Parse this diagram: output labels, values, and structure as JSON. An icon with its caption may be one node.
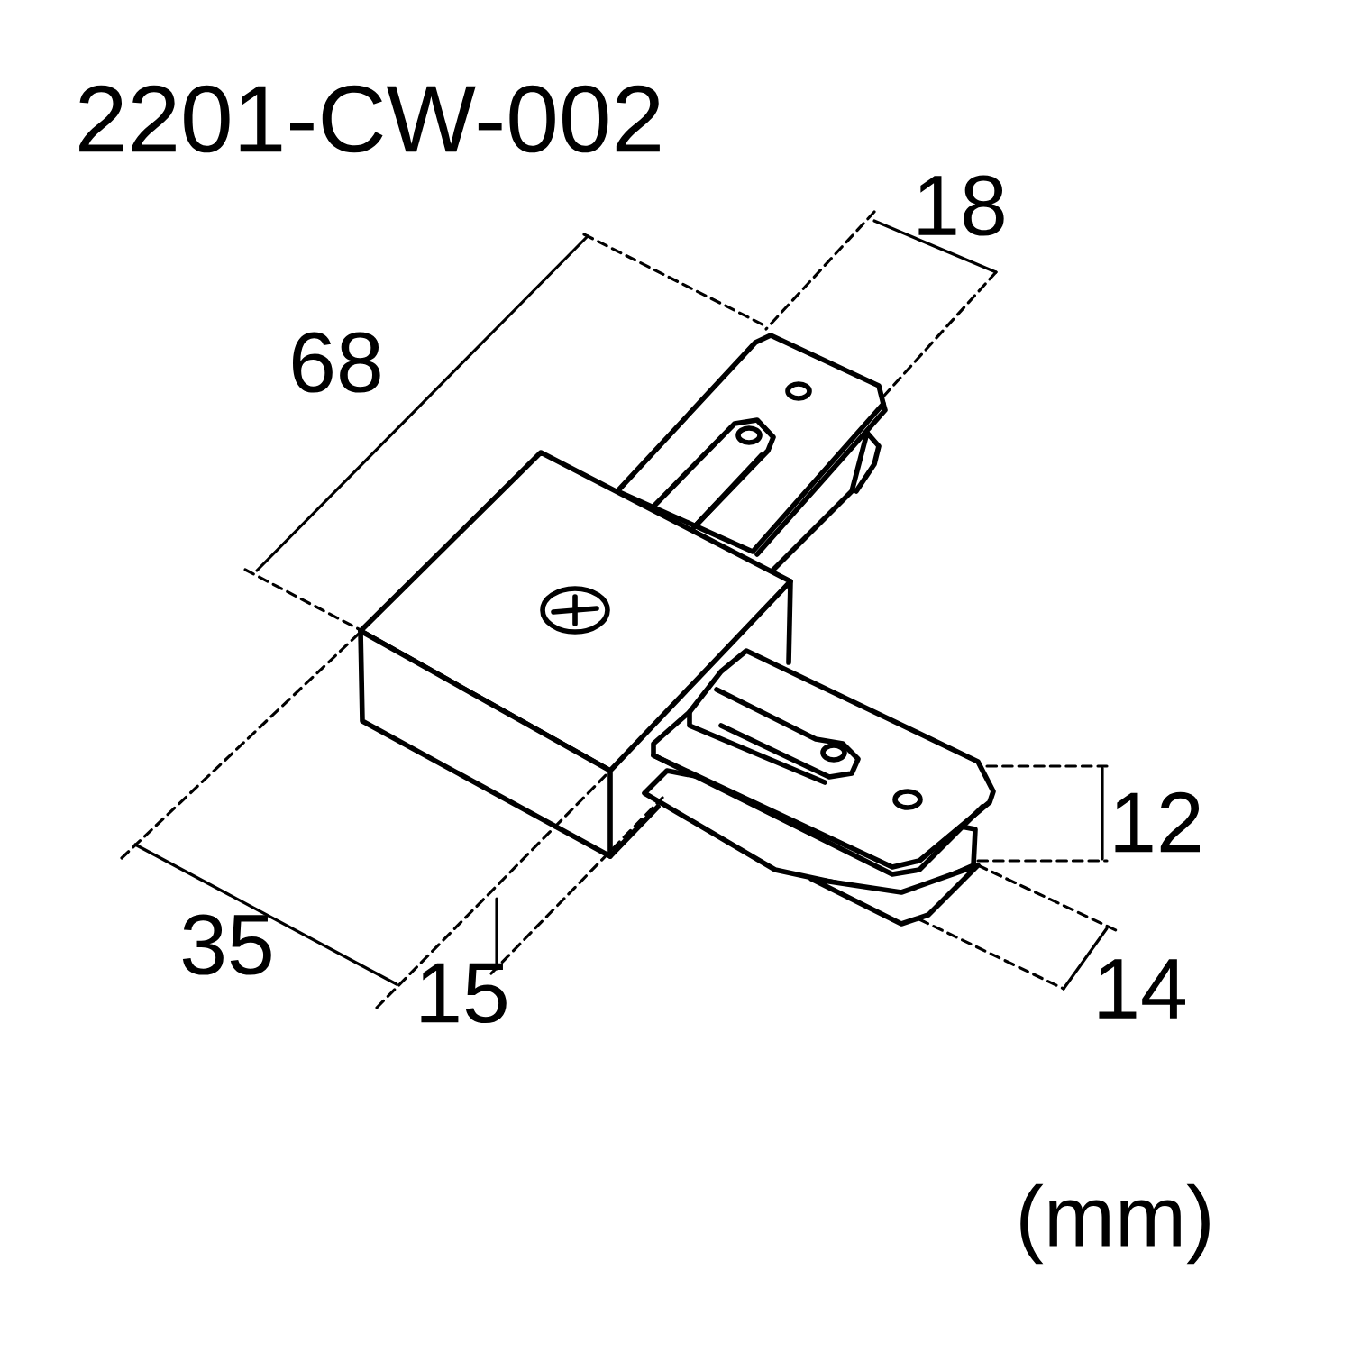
{
  "diagram": {
    "title": "2201-CW-002",
    "labels": [
      "68",
      "18",
      "35",
      "15",
      "12",
      "14",
      "(mm)"
    ]
  }
}
